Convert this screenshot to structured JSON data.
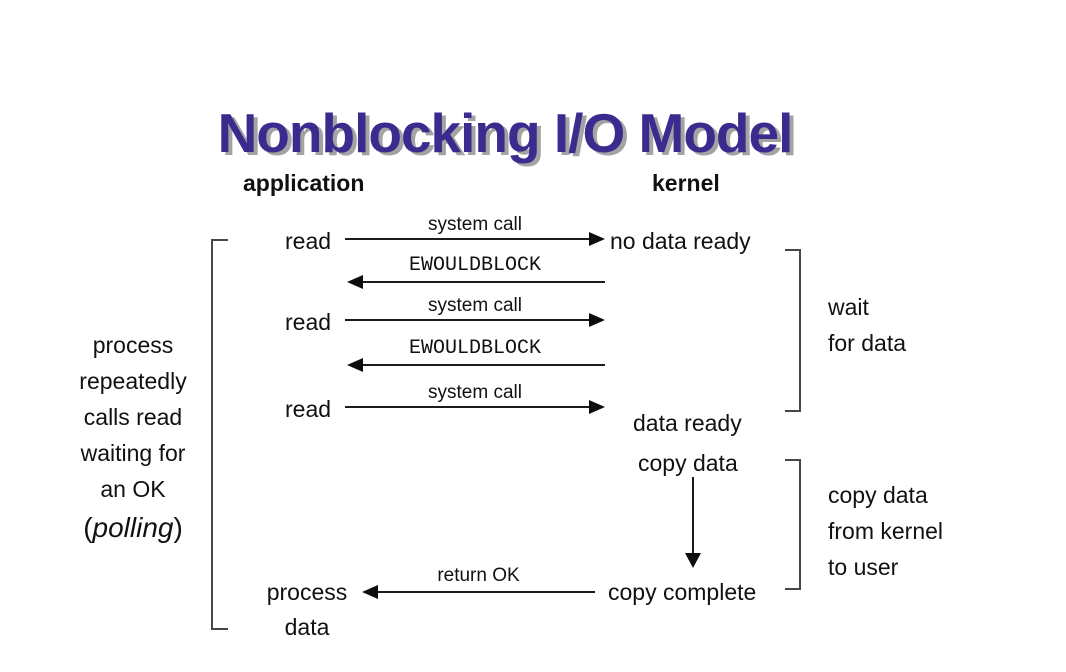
{
  "slide": {
    "title": "Nonblocking I/O Model",
    "title_color": "#3b2b8e",
    "title_shadow_color": "#a3a3a3",
    "background_color": "#ffffff",
    "text_color": "#111111"
  },
  "columns": {
    "application": "application",
    "kernel": "kernel"
  },
  "application_side": {
    "read_calls": [
      "read",
      "read",
      "read"
    ],
    "process": "process",
    "data": "data"
  },
  "kernel_side": {
    "no_data_ready": "no data ready",
    "data_ready": "data ready",
    "copy_data": "copy data",
    "copy_complete": "copy complete"
  },
  "arrows": {
    "system_call_labels": [
      "system call",
      "system call",
      "system call"
    ],
    "ewouldblock_labels": [
      "EWOULDBLOCK",
      "EWOULDBLOCK"
    ],
    "return_ok_label": "return OK"
  },
  "annotations": {
    "polling_note": {
      "lines": [
        "process",
        "repeatedly",
        "calls read",
        "waiting for",
        "an OK"
      ],
      "paren_open": "(",
      "emphasis": "polling",
      "paren_close": ")"
    },
    "wait_note": {
      "lines": [
        "wait",
        "for data"
      ]
    },
    "copy_note": {
      "lines": [
        "copy data",
        "from kernel",
        "to user"
      ]
    }
  }
}
